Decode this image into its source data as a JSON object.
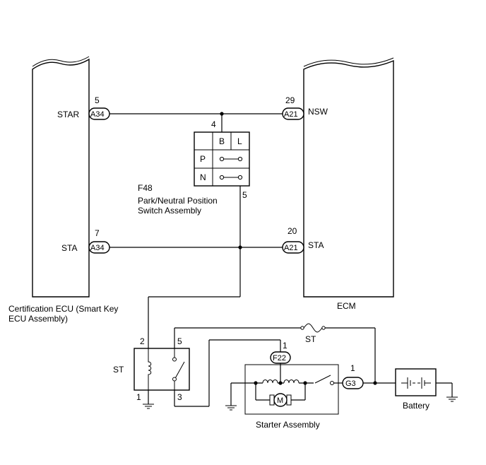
{
  "cert_ecu": {
    "name": "Certification ECU (Smart Key ECU Assembly)",
    "name_line1": "Certification ECU (Smart Key",
    "name_line2": "ECU Assembly)",
    "star_pin": "5",
    "star_label": "STAR",
    "star_conn": "A34",
    "sta_pin": "7",
    "sta_label": "STA",
    "sta_conn": "A34"
  },
  "ecm": {
    "name": "ECM",
    "nsw_pin": "29",
    "nsw_label": "NSW",
    "nsw_conn": "A21",
    "sta_pin": "20",
    "sta_label": "STA",
    "sta_conn": "A21"
  },
  "pnp_switch": {
    "connector": "F48",
    "name": "Park/Neutral Position Switch Assembly",
    "name_line1": "Park/Neutral Position",
    "name_line2": "Switch Assembly",
    "pin_in": "4",
    "pin_out": "5",
    "col_b": "B",
    "col_l": "L",
    "row_p": "P",
    "row_n": "N"
  },
  "st_relay": {
    "name": "ST",
    "pin_2": "2",
    "pin_5": "5",
    "pin_1": "1",
    "pin_3": "3"
  },
  "fuse": {
    "name": "ST"
  },
  "starter": {
    "name": "Starter Assembly",
    "conn_f22": "F22",
    "pin_f22": "1",
    "conn_g3": "G3",
    "pin_g3": "1",
    "motor": "M"
  },
  "battery": {
    "name": "Battery"
  }
}
